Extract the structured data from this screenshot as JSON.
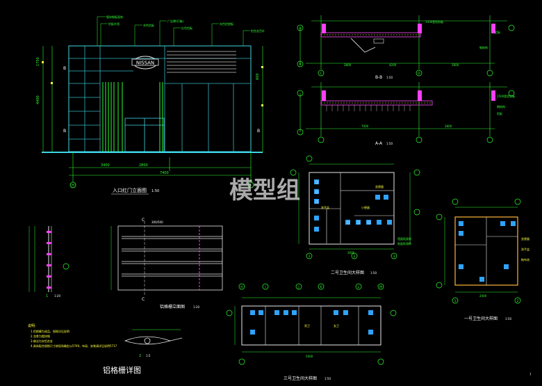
{
  "watermark": "模型组",
  "sign_text": "NISSAN",
  "titles": {
    "facade": "入口红门立面图",
    "facade_scale": "1:50",
    "section_bb": "B-B",
    "section_bb_scale": "1:50",
    "section_aa": "A-A",
    "section_aa_scale": "1:50",
    "grille_elev": "铝格栅立面图",
    "grille_elev_scale": "1:20",
    "grille_detail": "铝格栅详图",
    "detail_scale_1": "1:20",
    "detail_scale_2": "1:5",
    "wc2": "二号卫生间大样图",
    "wc2_scale": "1:50",
    "wc1": "一号卫生间大样图",
    "wc1_scale": "1:50",
    "wc3": "三号卫生间大样图",
    "wc3_scale": "1:50",
    "grille_label": "C",
    "grille_dim": "300/500",
    "page_no": "7"
  },
  "notes": {
    "heading": "说明:",
    "lines": [
      "1.铝格栅为成品，规格详见说明",
      "2.龙骨为镀锌钢",
      "3.做法为灰铝合金",
      "4.具体配合规格尺寸按现场确定以5709，布局、安装请详见说明5717"
    ]
  },
  "axes": {
    "facade": [
      "H",
      "I"
    ],
    "section": [
      "A",
      "B",
      "C",
      "D"
    ],
    "wc2_top": [
      "1",
      "2",
      "3"
    ],
    "wc3_top": [
      "H",
      "I",
      "J",
      "K",
      "L",
      "M"
    ],
    "wc1_top": [
      "1",
      "2"
    ]
  },
  "dims": {
    "facade_total": "7400",
    "facade_a": "3400",
    "facade_b": "2800",
    "section_total": "7000",
    "section_a": "2800",
    "wc3_total": "5000",
    "wc2_total": "2600",
    "wc1_total": "2400"
  }
}
